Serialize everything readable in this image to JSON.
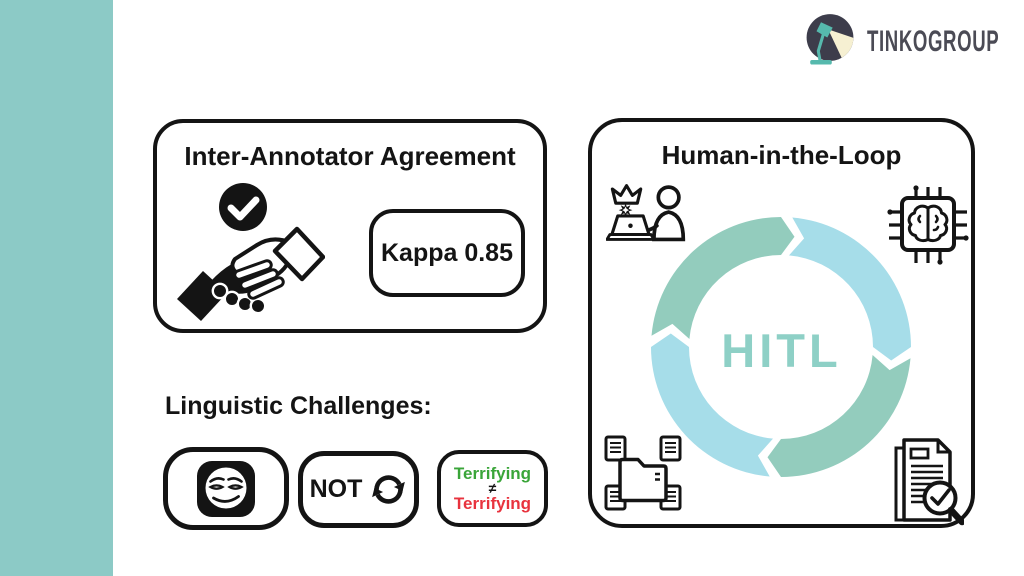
{
  "brand": {
    "name": "TINKOGROUP"
  },
  "iaa_card": {
    "title": "Inter-Annotator Agreement",
    "kappa_badge": "Kappa 0.85"
  },
  "challenges": {
    "heading": "Linguistic Challenges:",
    "negation_label": "NOT",
    "ambiguity_word_top": "Terrifying",
    "not_equal_sign": "≠",
    "ambiguity_word_bottom": "Terrifying"
  },
  "hitl_card": {
    "title": "Human-in-the-Loop",
    "center_label": "HITL"
  },
  "colors": {
    "sidebar": "#8ccac6",
    "ring_green": "#93ccbd",
    "ring_cyan": "#a6dde9",
    "hitl_text": "#8ed0c6",
    "green_text": "#3aa539",
    "red_text": "#e8333e",
    "ink": "#141414",
    "logo_text": "#4b4b55",
    "logo_circle": "#3d3d4b",
    "lamp_teal": "#56b9ad",
    "lamp_beam": "#f6f0d2"
  }
}
